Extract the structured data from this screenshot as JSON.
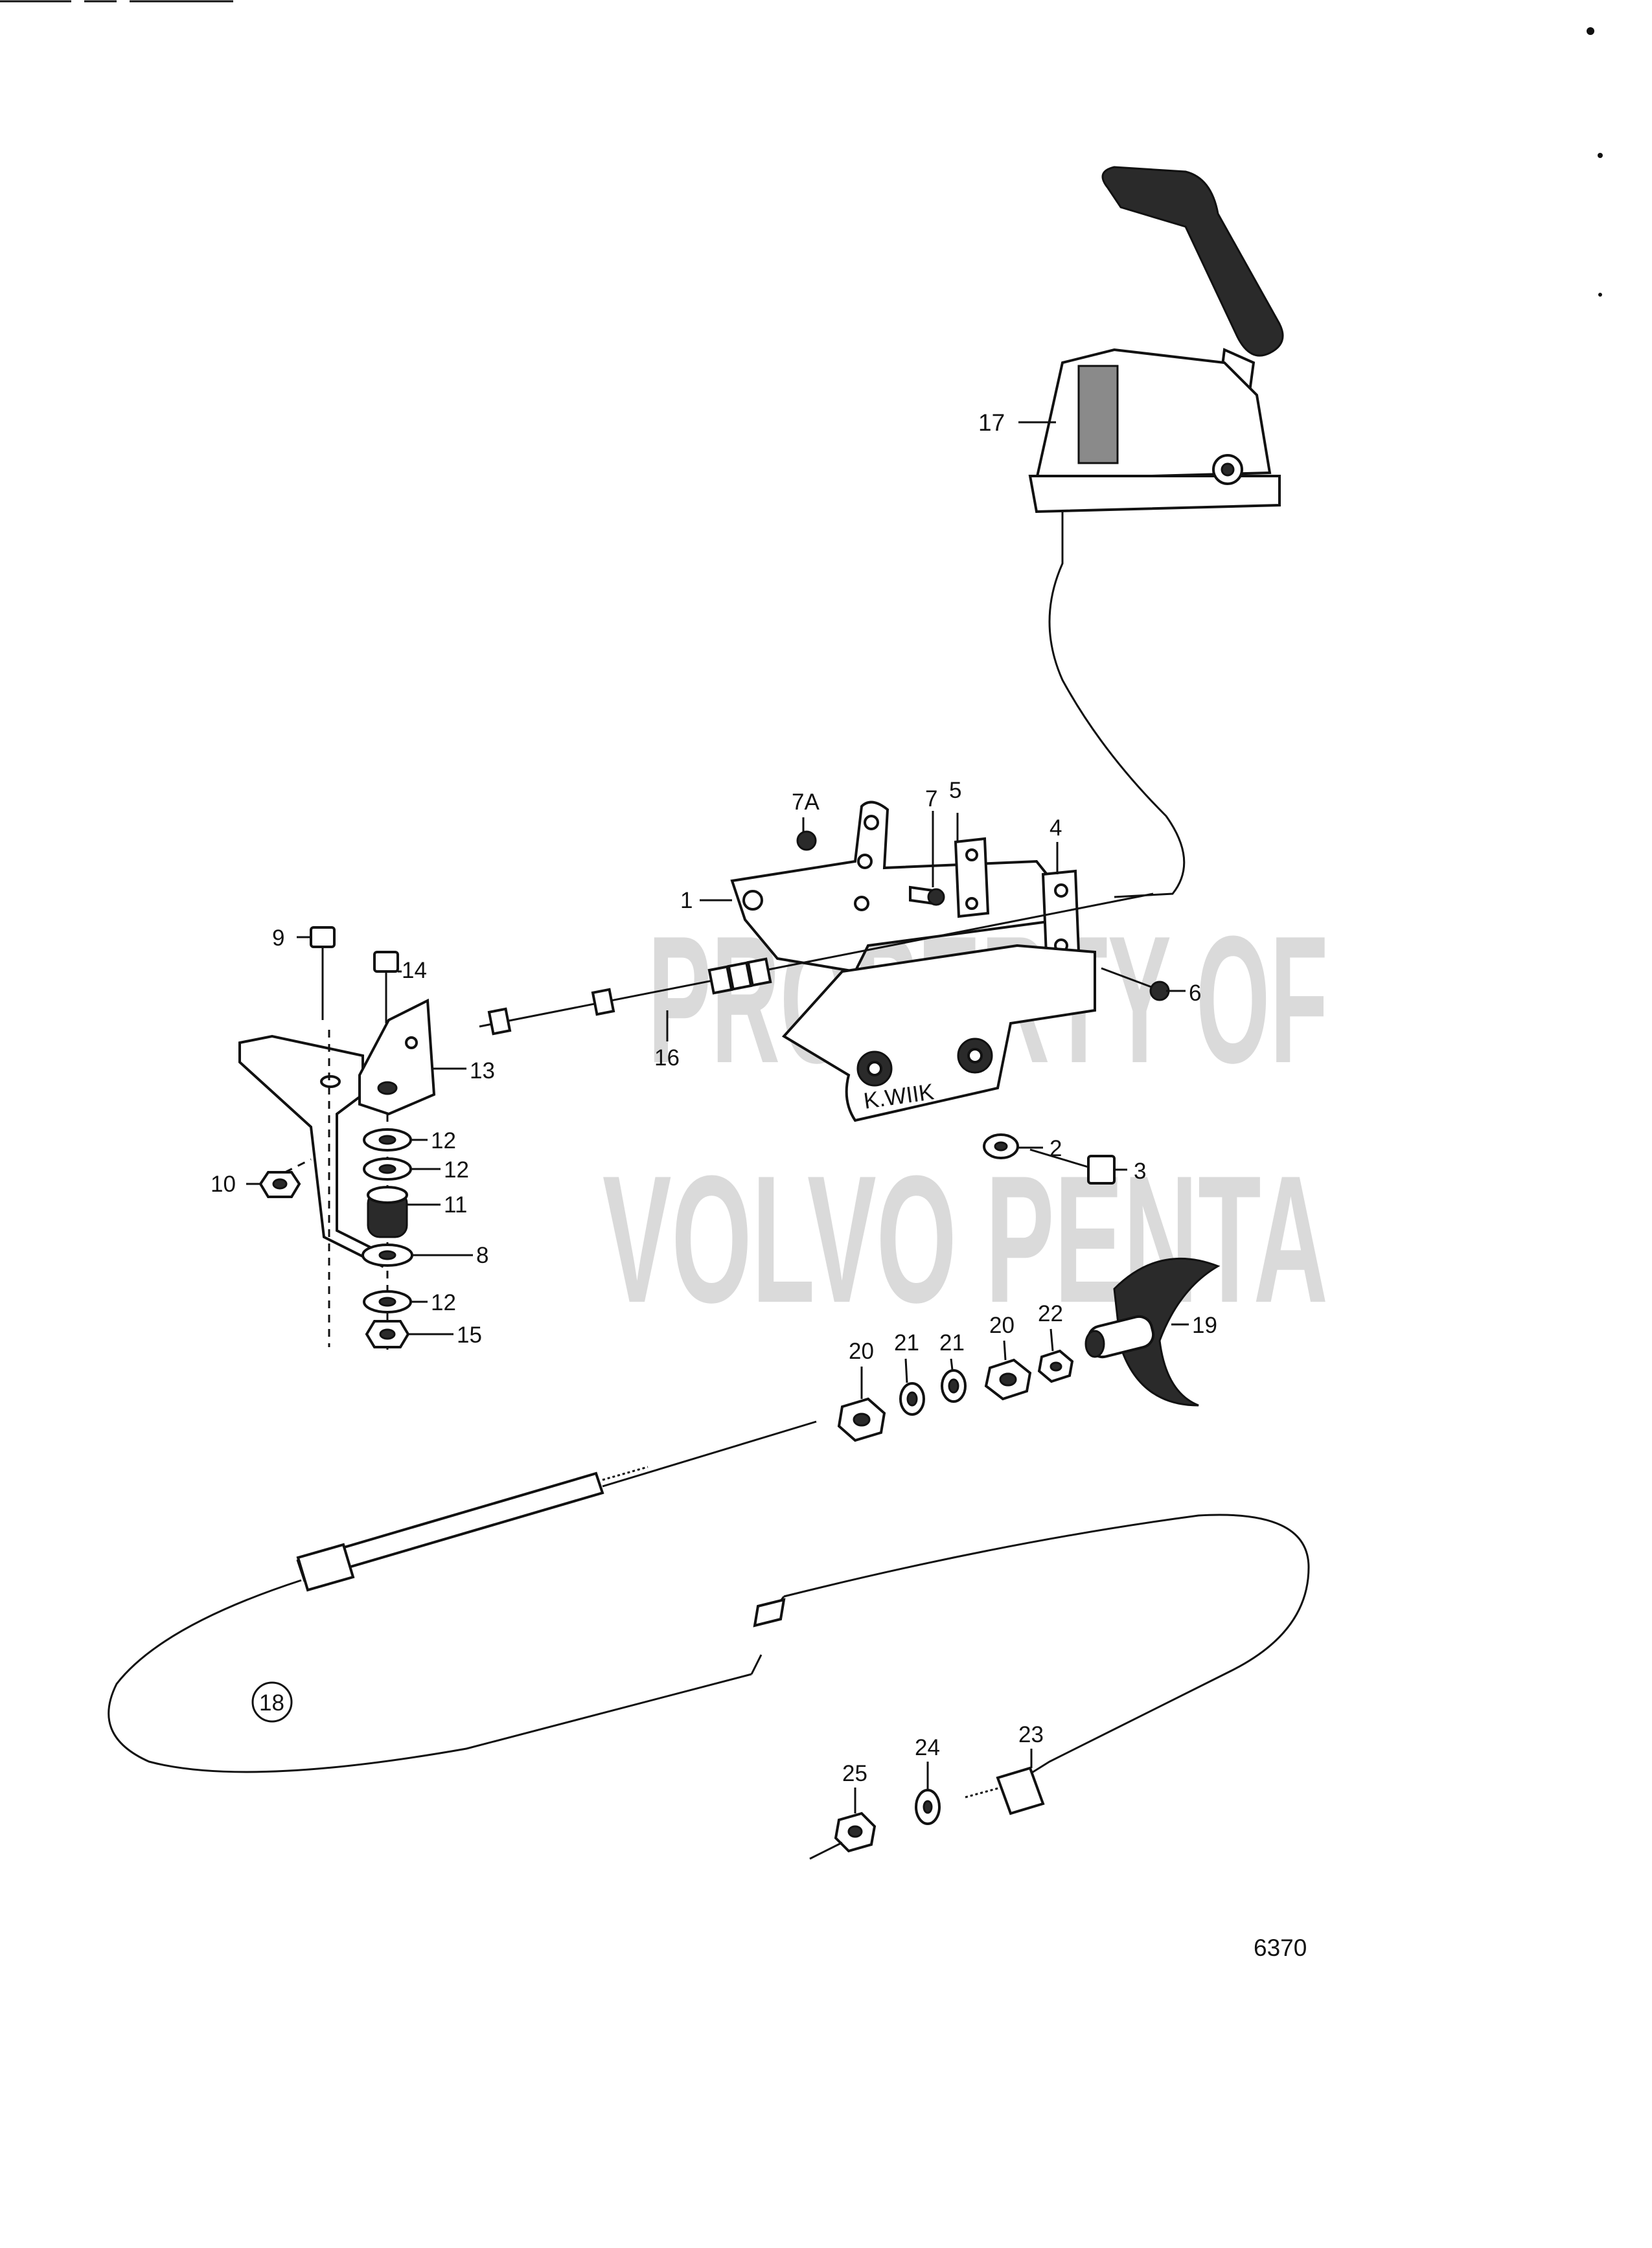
{
  "watermark": {
    "line1": "PROPERTY OF",
    "line2": "VOLVO PENTA"
  },
  "callouts": {
    "c1": "1",
    "c2": "2",
    "c3": "3",
    "c4": "4",
    "c5": "5",
    "c6": "6",
    "c7": "7",
    "c7a": "7A",
    "c8": "8",
    "c9": "9",
    "c10": "10",
    "c11": "11",
    "c12a": "12",
    "c12b": "12",
    "c12c": "12",
    "c13": "13",
    "c14": "14",
    "c15": "15",
    "c16": "16",
    "c17": "17",
    "c18": "18",
    "c19": "19",
    "c20a": "20",
    "c20b": "20",
    "c21a": "21",
    "c21b": "21",
    "c22": "22",
    "c23": "23",
    "c24": "24",
    "c25": "25"
  },
  "artist_mark": "K.WIIK",
  "figure_number": "6370"
}
